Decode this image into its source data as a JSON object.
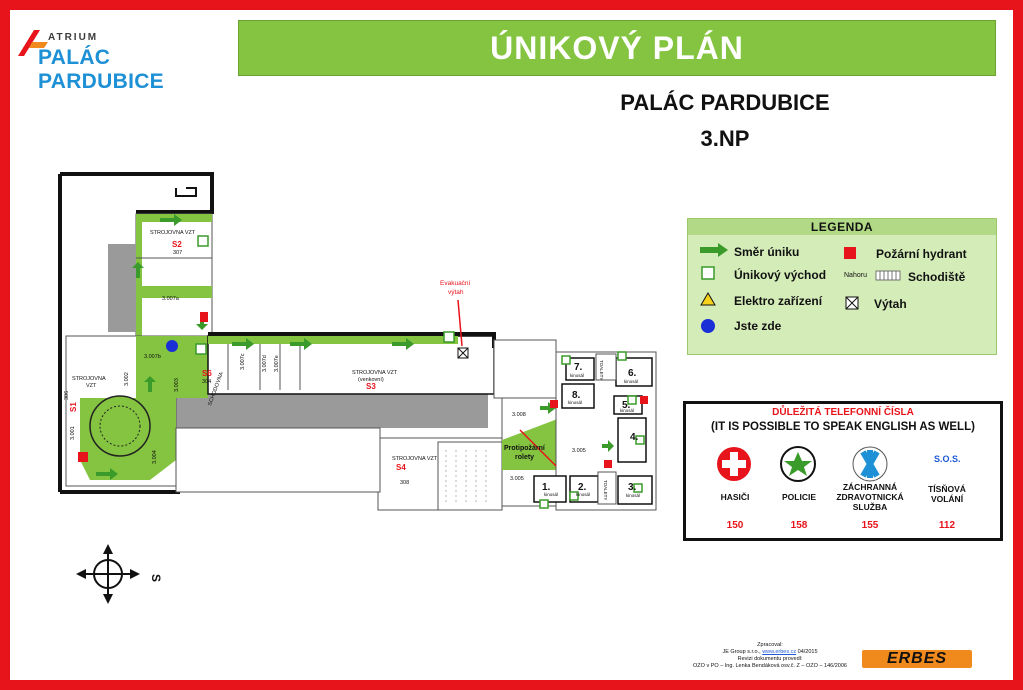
{
  "header": {
    "logo_small": "ATRIUM",
    "logo_name": "PALÁC PARDUBICE",
    "title": "ÚNIKOVÝ PLÁN",
    "building": "PALÁC PARDUBICE",
    "floor": "3.NP"
  },
  "plan": {
    "labels": {
      "strojovna_s2": "STROJOVNA VZT",
      "s2": "S2",
      "r307": "307",
      "r3007a": "3.007a",
      "r3007b": "3.007b",
      "s6": "S6",
      "r304": "304",
      "schodovna": "SCHODOVNA",
      "strojovna_s1": "STROJOVNA",
      "vzt": "VZT",
      "s1": "S1",
      "r306": "306",
      "r3001": "3.001",
      "r3002": "3.002",
      "r3003": "3.003",
      "r3004": "3.004",
      "r3007c": "3.007c",
      "r3007d": "3.007d",
      "r3007e": "3.007e",
      "strojovna_s3": "STROJOVNA VZT",
      "venkovni": "(venkovní)",
      "s3": "S3",
      "strojovna_s4": "STROJOVNA VZT",
      "s4": "S4",
      "r308": "308",
      "r3005": "3.005",
      "r3005b": "3.005",
      "r3008": "3.008",
      "evak1": "Evakuační",
      "evak2": "výtah",
      "protipozarni1": "Protipožární",
      "protipozarni2": "rolety",
      "k1": "1.",
      "k2": "2.",
      "k3": "3.",
      "k4": "4.",
      "k5": "5.",
      "k6": "6.",
      "k7": "7.",
      "k8": "8.",
      "kinosal": "kinosál",
      "toalety": "TOALETY",
      "compass_s": "S"
    }
  },
  "legend": {
    "title": "LEGENDA",
    "items": {
      "escape_route": "Směr úniku",
      "exit": "Únikový východ",
      "electric": "Elektro zařízení",
      "here": "Jste zde",
      "hydrant": "Požární hydrant",
      "stairs_up": "Nahoru",
      "stairs": "Schodiště",
      "elevator": "Výtah"
    }
  },
  "phones": {
    "title": "DŮLEŽITÁ TELEFONNÍ ČÍSLA",
    "subtitle": "(IT IS POSSIBLE TO SPEAK ENGLISH AS WELL)",
    "sos": "S.O.S.",
    "services": [
      {
        "name": "HASIČI",
        "number": "150"
      },
      {
        "name": "POLICIE",
        "number": "158"
      },
      {
        "name": "ZÁCHRANNÁ ZDRAVOTNICKÁ SLUŽBA",
        "number": "155"
      },
      {
        "name": "TÍSŇOVÁ VOLÁNÍ",
        "number": "112"
      }
    ]
  },
  "footer": {
    "line1": "Zpracoval:",
    "line2a": "JE Group s.r.o., ",
    "line2link": "www.erbes.cz",
    "line2b": " 04/2015",
    "line3": "Revizi dokumentu provedl:",
    "line4": "OZO v PO – Ing. Lenka Bendáková osv.č. Z – OZO – 146/2006",
    "brand": "ERBES"
  },
  "colors": {
    "frame_red": "#e8141b",
    "route_green": "#84c441",
    "legend_bg": "#d4ecb8",
    "you_are_here": "#1a2fd6"
  }
}
